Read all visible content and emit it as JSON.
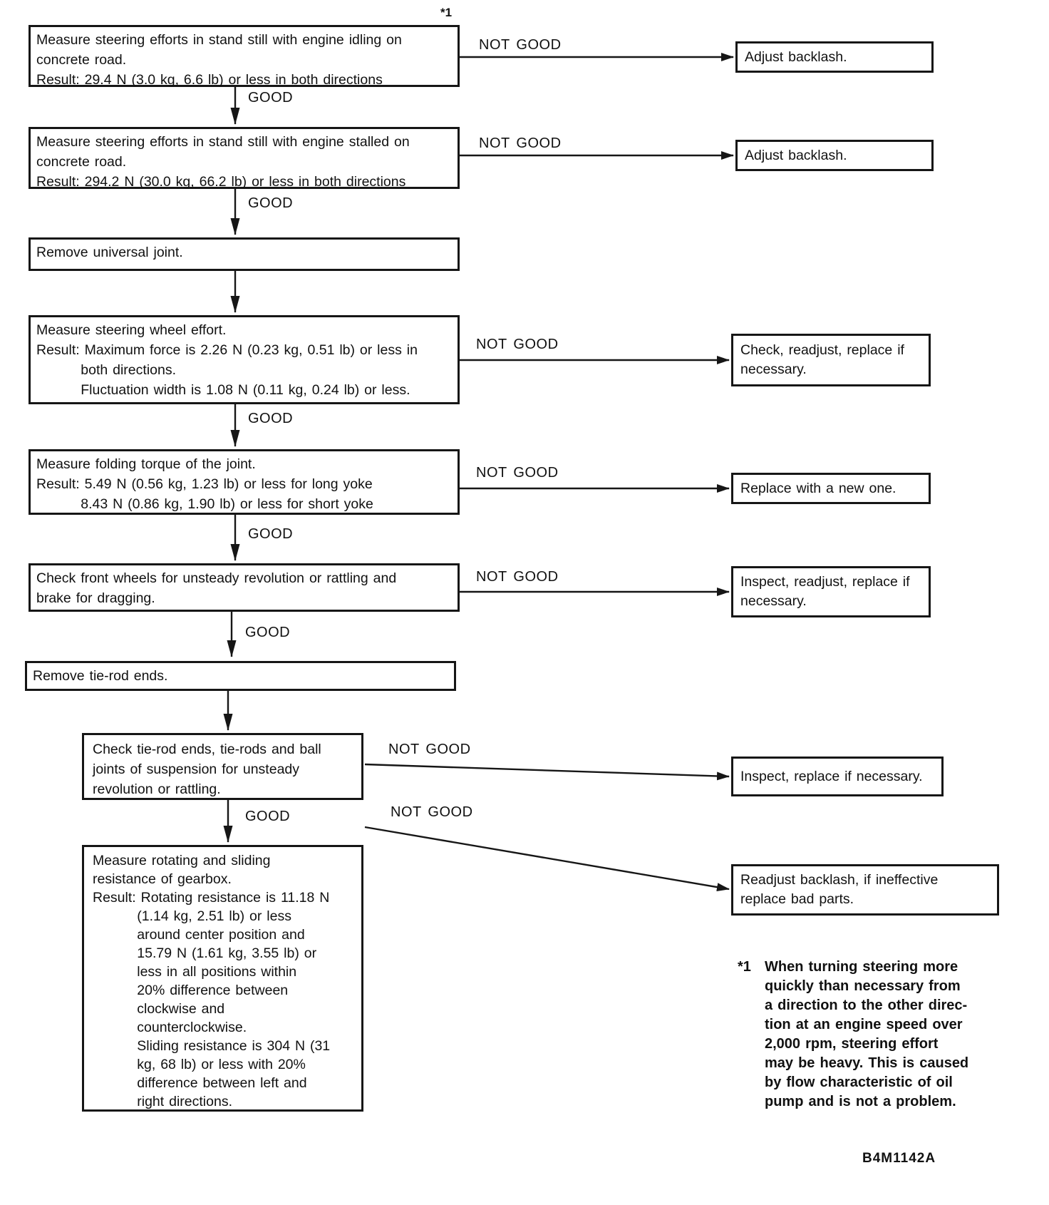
{
  "labels": {
    "good": "GOOD",
    "not_good": "NOT GOOD"
  },
  "flowchart": {
    "steps": [
      {
        "note_ref": "*1",
        "lines": [
          "Measure steering efforts in stand still with engine idling on",
          "concrete road.",
          "Result: 29.4 N (3.0 kg, 6.6 lb) or less in both directions"
        ]
      },
      {
        "lines": [
          "Measure steering efforts in stand still with engine stalled on",
          "concrete road.",
          "Result: 294.2 N (30.0 kg, 66.2 lb) or less in both directions"
        ]
      },
      {
        "lines": [
          "Remove universal joint."
        ]
      },
      {
        "lines": [
          "Measure steering wheel effort.",
          "Result: Maximum force is 2.26 N (0.23 kg, 0.51 lb) or less in",
          "         both directions.",
          "         Fluctuation width is 1.08 N (0.11 kg, 0.24 lb) or less."
        ]
      },
      {
        "lines": [
          "Measure folding torque of the joint.",
          "Result: 5.49 N (0.56 kg, 1.23 lb) or less for long yoke",
          "         8.43 N (0.86 kg, 1.90 lb) or less for short yoke"
        ]
      },
      {
        "lines": [
          "Check front wheels for unsteady revolution or rattling and",
          "brake for dragging."
        ]
      },
      {
        "lines": [
          "Remove tie-rod ends."
        ]
      },
      {
        "lines": [
          "Check tie-rod ends, tie-rods and ball",
          "joints of suspension for unsteady",
          "revolution or rattling."
        ]
      },
      {
        "lines": [
          "Measure rotating and sliding",
          "resistance of gearbox.",
          "Result: Rotating resistance is 11.18 N",
          "         (1.14 kg, 2.51 lb) or less",
          "         around center position and",
          "         15.79 N (1.61 kg, 3.55 lb) or",
          "         less in all positions within",
          "         20% difference between",
          "         clockwise and",
          "         counterclockwise.",
          "         Sliding resistance is 304 N (31",
          "         kg, 68 lb) or less with 20%",
          "         difference between left and",
          "         right directions."
        ]
      }
    ],
    "actions": [
      {
        "lines": [
          "Adjust backlash."
        ]
      },
      {
        "lines": [
          "Adjust backlash."
        ]
      },
      {
        "lines": [
          "Check, readjust, replace if",
          "necessary."
        ]
      },
      {
        "lines": [
          "Replace with a new one."
        ]
      },
      {
        "lines": [
          "Inspect, readjust, replace if",
          "necessary."
        ]
      },
      {
        "lines": [
          "Inspect, replace if necessary."
        ]
      },
      {
        "lines": [
          "Readjust backlash, if ineffective",
          "replace bad parts."
        ]
      }
    ]
  },
  "footnote": {
    "marker": "*1",
    "lines": [
      "When turning steering more",
      "quickly than necessary from",
      "a direction to the other direc-",
      "tion at an engine speed over",
      "2,000 rpm, steering effort",
      "may be heavy. This is caused",
      "by flow characteristic of oil",
      "pump and is not a problem."
    ]
  },
  "figure_code": "B4M1142A"
}
